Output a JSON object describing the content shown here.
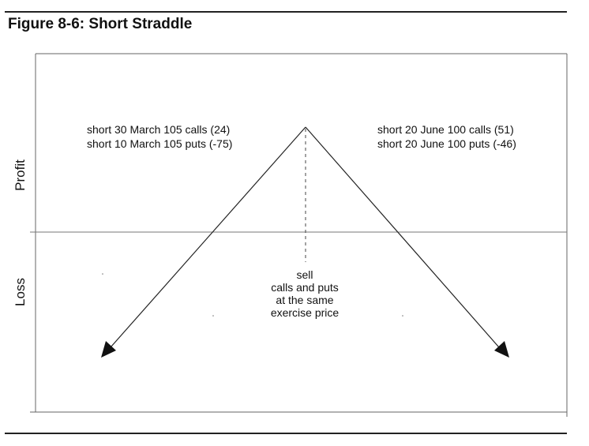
{
  "figure": {
    "title": "Figure 8-6: Short Straddle"
  },
  "axes": {
    "profit_label": "Profit",
    "loss_label": "Loss"
  },
  "annotations": {
    "left": {
      "line1": "short 30 March 105 calls (24)",
      "line2": "short 10 March 105 puts (-75)"
    },
    "right": {
      "line1": "short 20 June 100 calls (51)",
      "line2": "short 20 June 100 puts (-46)"
    },
    "center": {
      "line1": "sell",
      "line2": "calls and puts",
      "line3": "at the same",
      "line4": "exercise price"
    }
  },
  "colors": {
    "line": "#222222",
    "axis": "#555555"
  }
}
